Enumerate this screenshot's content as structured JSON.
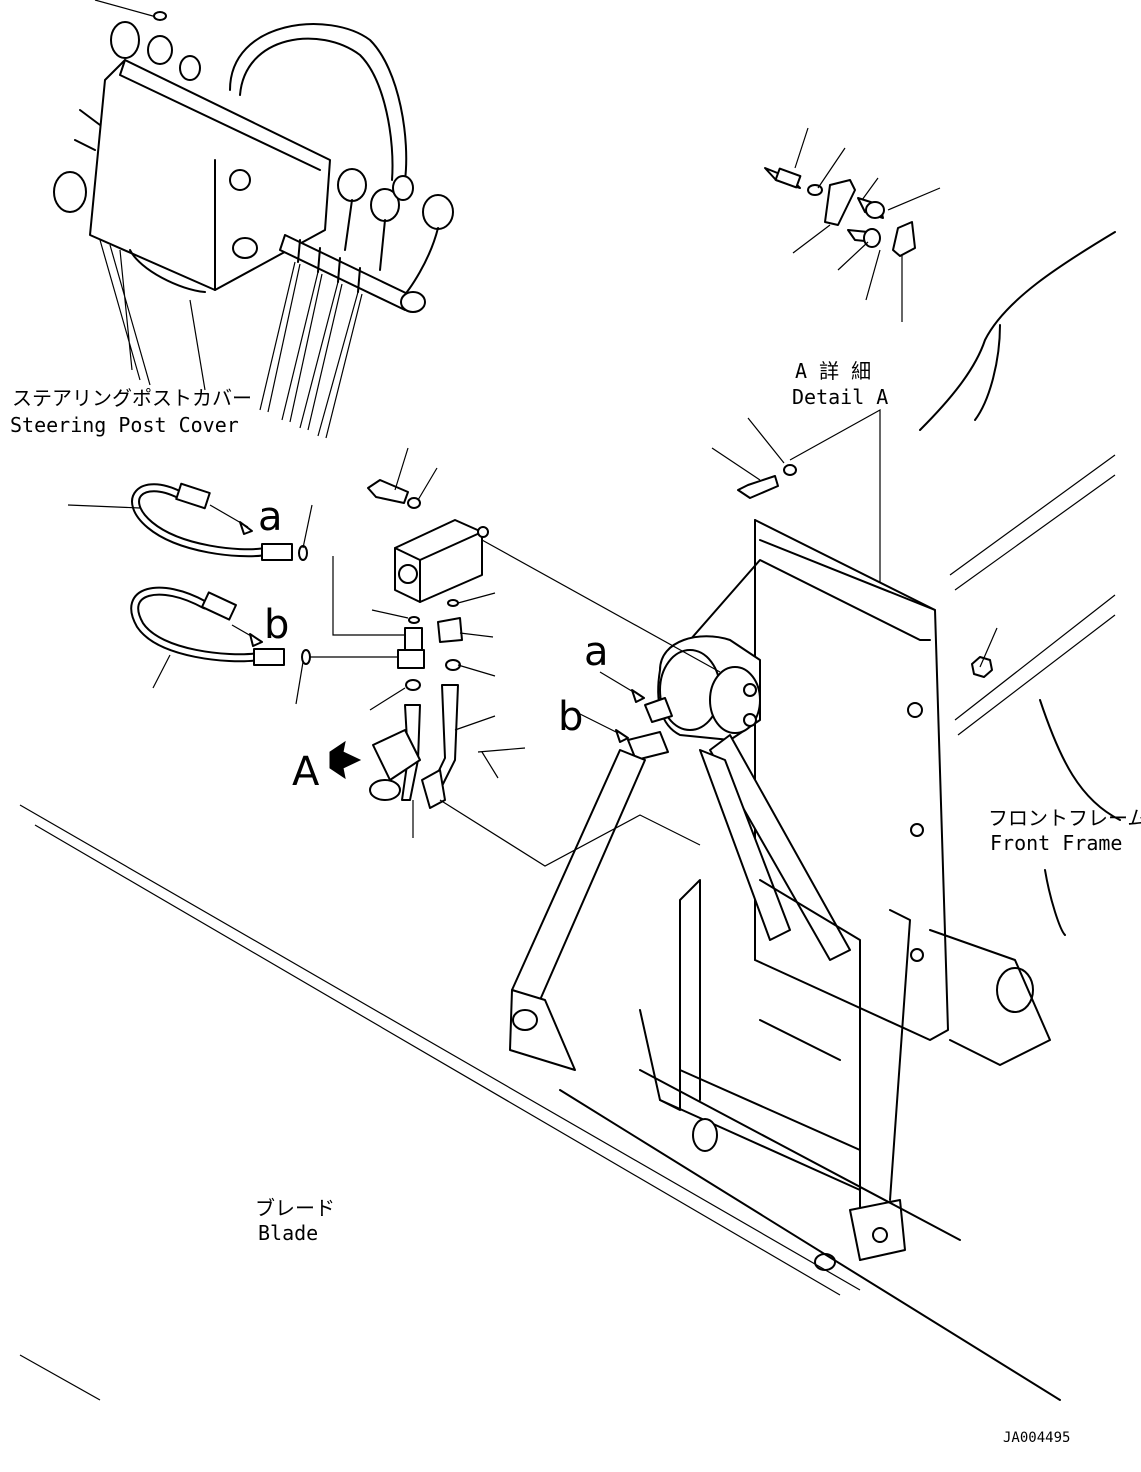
{
  "labels": {
    "steering_post_cover_jp": "ステアリングポストカバー",
    "steering_post_cover_en": "Steering Post Cover",
    "detail_a_jp": "A 詳 細",
    "detail_a_en": "Detail A",
    "front_frame_jp": "フロントフレーム",
    "front_frame_en": "Front Frame",
    "blade_jp": "ブレード",
    "blade_en": "Blade",
    "view_a": "A",
    "hose_a": "a",
    "hose_b": "b",
    "port_a": "a",
    "port_b": "b",
    "drawing_id": "JA004495"
  }
}
